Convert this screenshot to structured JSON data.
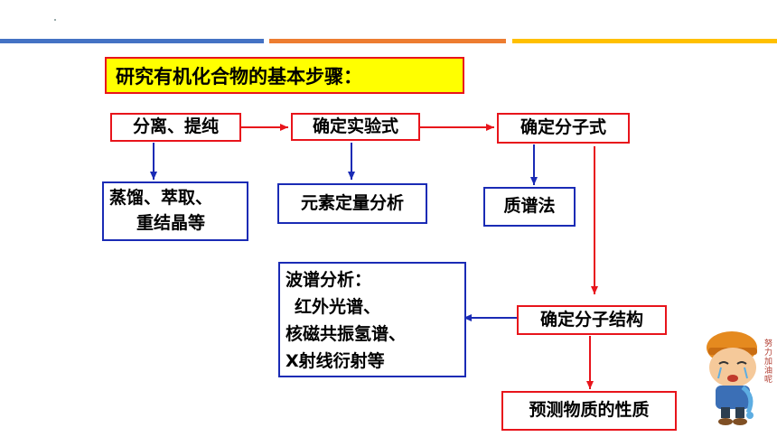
{
  "header": {
    "stripes": [
      {
        "color": "#4472c4"
      },
      {
        "color": "#ed7d31"
      },
      {
        "color": "#ffc000"
      }
    ]
  },
  "title": "研究有机化合物的基本步骤：",
  "steps": {
    "separation": "分离、提纯",
    "empirical": "确定实验式",
    "molecular": "确定分子式",
    "structure": "确定分子结构",
    "predict": "预测物质的性质"
  },
  "methods": {
    "separation": [
      "蒸馏、萃取、",
      "重结晶等"
    ],
    "empirical": "元素定量分析",
    "molecular": "质谱法",
    "structure": [
      "波谱分析：",
      "红外光谱、",
      "核磁共振氢谱、",
      "X射线衍射等"
    ]
  },
  "sticker": {
    "text": "努力加油呢",
    "icon": "crying-boy-cartoon-icon"
  },
  "colors": {
    "step_border": "#e8141b",
    "method_border": "#1a2bb5",
    "title_bg": "#ffff00"
  }
}
